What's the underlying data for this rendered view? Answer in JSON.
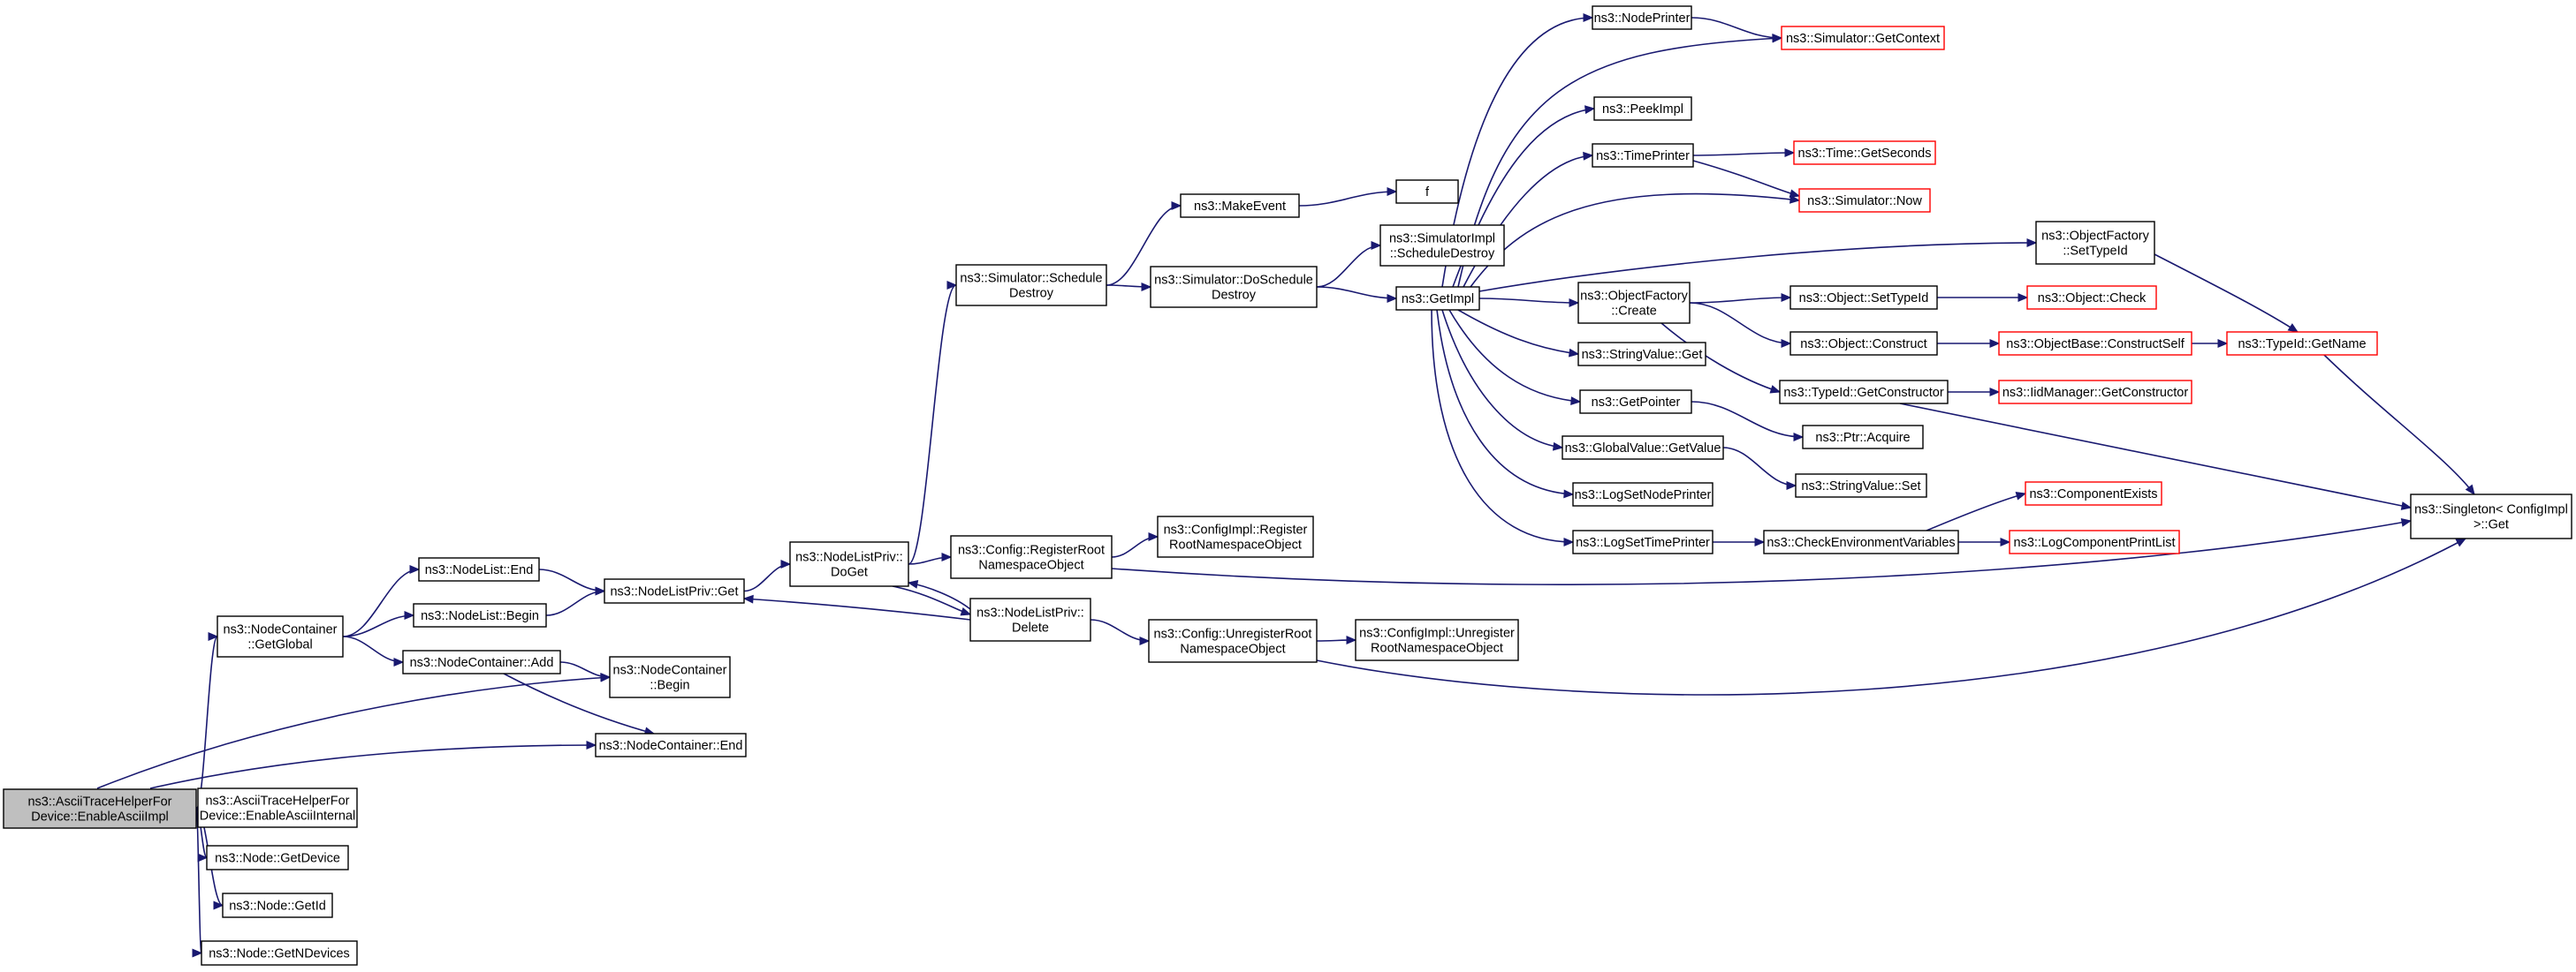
{
  "diagram": {
    "title": "",
    "colors": {
      "edge": "#191970",
      "node_border": "#000000",
      "external_node_border": "#ff0000",
      "root_fill": "#bfbfbf"
    },
    "nodes": [
      {
        "id": "root",
        "lines": [
          "ns3::AsciiTraceHelperFor",
          "Device::EnableAsciiImpl"
        ],
        "style": "root"
      },
      {
        "id": "nc_getglobal",
        "lines": [
          "ns3::NodeContainer",
          "::GetGlobal"
        ]
      },
      {
        "id": "ath_enableinternal",
        "lines": [
          "ns3::AsciiTraceHelperFor",
          "Device::EnableAsciiInternal"
        ]
      },
      {
        "id": "node_getdevice",
        "lines": [
          "ns3::Node::GetDevice"
        ]
      },
      {
        "id": "node_getid",
        "lines": [
          "ns3::Node::GetId"
        ]
      },
      {
        "id": "node_getndevices",
        "lines": [
          "ns3::Node::GetNDevices"
        ]
      },
      {
        "id": "nodelist_end",
        "lines": [
          "ns3::NodeList::End"
        ]
      },
      {
        "id": "nodelist_begin",
        "lines": [
          "ns3::NodeList::Begin"
        ]
      },
      {
        "id": "nc_add",
        "lines": [
          "ns3::NodeContainer::Add"
        ]
      },
      {
        "id": "nc_begin",
        "lines": [
          "ns3::NodeContainer",
          "::Begin"
        ]
      },
      {
        "id": "nc_end",
        "lines": [
          "ns3::NodeContainer::End"
        ]
      },
      {
        "id": "nlp_get",
        "lines": [
          "ns3::NodeListPriv::Get"
        ]
      },
      {
        "id": "nlp_doget",
        "lines": [
          "ns3::NodeListPriv::",
          "DoGet"
        ]
      },
      {
        "id": "sim_scheduledestroy",
        "lines": [
          "ns3::Simulator::Schedule",
          "Destroy"
        ]
      },
      {
        "id": "config_registerroot",
        "lines": [
          "ns3::Config::RegisterRoot",
          "NamespaceObject"
        ]
      },
      {
        "id": "nlp_delete",
        "lines": [
          "ns3::NodeListPriv::",
          "Delete"
        ]
      },
      {
        "id": "configimpl_register",
        "lines": [
          "ns3::ConfigImpl::Register",
          "RootNamespaceObject"
        ]
      },
      {
        "id": "config_unregisterroot",
        "lines": [
          "ns3::Config::UnregisterRoot",
          "NamespaceObject"
        ]
      },
      {
        "id": "configimpl_unregister",
        "lines": [
          "ns3::ConfigImpl::Unregister",
          "RootNamespaceObject"
        ]
      },
      {
        "id": "makeevent",
        "lines": [
          "ns3::MakeEvent"
        ]
      },
      {
        "id": "f",
        "lines": [
          "f"
        ]
      },
      {
        "id": "sim_doscheduledestroy",
        "lines": [
          "ns3::Simulator::DoSchedule",
          "Destroy"
        ]
      },
      {
        "id": "simimpl_scheduledestroy",
        "lines": [
          "ns3::SimulatorImpl",
          "::ScheduleDestroy"
        ]
      },
      {
        "id": "getimpl",
        "lines": [
          "ns3::GetImpl"
        ]
      },
      {
        "id": "nodeprinter",
        "lines": [
          "ns3::NodePrinter"
        ]
      },
      {
        "id": "sim_getcontext",
        "lines": [
          "ns3::Simulator::GetContext"
        ],
        "style": "external"
      },
      {
        "id": "peekimpl",
        "lines": [
          "ns3::PeekImpl"
        ]
      },
      {
        "id": "timeprinter",
        "lines": [
          "ns3::TimePrinter"
        ]
      },
      {
        "id": "time_getseconds",
        "lines": [
          "ns3::Time::GetSeconds"
        ],
        "style": "external"
      },
      {
        "id": "sim_now",
        "lines": [
          "ns3::Simulator::Now"
        ],
        "style": "external"
      },
      {
        "id": "of_settypeid",
        "lines": [
          "ns3::ObjectFactory",
          "::SetTypeId"
        ]
      },
      {
        "id": "of_create",
        "lines": [
          "ns3::ObjectFactory",
          "::Create"
        ]
      },
      {
        "id": "obj_settypeid",
        "lines": [
          "ns3::Object::SetTypeId"
        ]
      },
      {
        "id": "obj_check",
        "lines": [
          "ns3::Object::Check"
        ],
        "style": "external"
      },
      {
        "id": "obj_construct",
        "lines": [
          "ns3::Object::Construct"
        ]
      },
      {
        "id": "objbase_constructself",
        "lines": [
          "ns3::ObjectBase::ConstructSelf"
        ],
        "style": "external"
      },
      {
        "id": "typeid_getname",
        "lines": [
          "ns3::TypeId::GetName"
        ],
        "style": "external"
      },
      {
        "id": "typeid_getconstructor",
        "lines": [
          "ns3::TypeId::GetConstructor"
        ]
      },
      {
        "id": "iidmanager_getconstructor",
        "lines": [
          "ns3::IidManager::GetConstructor"
        ],
        "style": "external"
      },
      {
        "id": "stringvalue_get",
        "lines": [
          "ns3::StringValue::Get"
        ]
      },
      {
        "id": "getpointer",
        "lines": [
          "ns3::GetPointer"
        ]
      },
      {
        "id": "ptr_acquire",
        "lines": [
          "ns3::Ptr::Acquire"
        ]
      },
      {
        "id": "globalvalue_getvalue",
        "lines": [
          "ns3::GlobalValue::GetValue"
        ]
      },
      {
        "id": "stringvalue_set",
        "lines": [
          "ns3::StringValue::Set"
        ]
      },
      {
        "id": "logsetnodeprinter",
        "lines": [
          "ns3::LogSetNodePrinter"
        ]
      },
      {
        "id": "logsettimeprinter",
        "lines": [
          "ns3::LogSetTimePrinter"
        ]
      },
      {
        "id": "checkenvvars",
        "lines": [
          "ns3::CheckEnvironmentVariables"
        ]
      },
      {
        "id": "componentexists",
        "lines": [
          "ns3::ComponentExists"
        ],
        "style": "external"
      },
      {
        "id": "logcomponentprintlist",
        "lines": [
          "ns3::LogComponentPrintList"
        ],
        "style": "external"
      },
      {
        "id": "singleton_get",
        "lines": [
          "ns3::Singleton< ConfigImpl",
          " >::Get"
        ]
      }
    ],
    "edges": [
      [
        "root",
        "nc_getglobal"
      ],
      [
        "root",
        "nc_begin"
      ],
      [
        "root",
        "nc_end"
      ],
      [
        "root",
        "ath_enableinternal"
      ],
      [
        "root",
        "node_getdevice"
      ],
      [
        "root",
        "node_getid"
      ],
      [
        "root",
        "node_getndevices"
      ],
      [
        "nc_getglobal",
        "nodelist_end"
      ],
      [
        "nc_getglobal",
        "nodelist_begin"
      ],
      [
        "nc_getglobal",
        "nc_add"
      ],
      [
        "nodelist_end",
        "nlp_get"
      ],
      [
        "nodelist_begin",
        "nlp_get"
      ],
      [
        "nc_add",
        "nc_begin"
      ],
      [
        "nc_add",
        "nc_end"
      ],
      [
        "nlp_get",
        "nlp_doget"
      ],
      [
        "nlp_doget",
        "sim_scheduledestroy"
      ],
      [
        "nlp_doget",
        "config_registerroot"
      ],
      [
        "nlp_doget",
        "nlp_delete"
      ],
      [
        "nlp_delete",
        "nlp_doget"
      ],
      [
        "nlp_delete",
        "nlp_get"
      ],
      [
        "nlp_delete",
        "config_unregisterroot"
      ],
      [
        "config_registerroot",
        "configimpl_register"
      ],
      [
        "config_registerroot",
        "singleton_get"
      ],
      [
        "config_unregisterroot",
        "configimpl_unregister"
      ],
      [
        "config_unregisterroot",
        "singleton_get"
      ],
      [
        "sim_scheduledestroy",
        "makeevent"
      ],
      [
        "sim_scheduledestroy",
        "sim_doscheduledestroy"
      ],
      [
        "makeevent",
        "f"
      ],
      [
        "sim_doscheduledestroy",
        "simimpl_scheduledestroy"
      ],
      [
        "sim_doscheduledestroy",
        "getimpl"
      ],
      [
        "getimpl",
        "nodeprinter"
      ],
      [
        "getimpl",
        "sim_getcontext"
      ],
      [
        "getimpl",
        "peekimpl"
      ],
      [
        "getimpl",
        "timeprinter"
      ],
      [
        "getimpl",
        "sim_now"
      ],
      [
        "getimpl",
        "of_settypeid"
      ],
      [
        "getimpl",
        "of_create"
      ],
      [
        "getimpl",
        "stringvalue_get"
      ],
      [
        "getimpl",
        "getpointer"
      ],
      [
        "getimpl",
        "globalvalue_getvalue"
      ],
      [
        "getimpl",
        "logsetnodeprinter"
      ],
      [
        "getimpl",
        "logsettimeprinter"
      ],
      [
        "nodeprinter",
        "sim_getcontext"
      ],
      [
        "timeprinter",
        "time_getseconds"
      ],
      [
        "timeprinter",
        "sim_now"
      ],
      [
        "of_settypeid",
        "typeid_getname"
      ],
      [
        "of_create",
        "obj_settypeid"
      ],
      [
        "of_create",
        "obj_construct"
      ],
      [
        "of_create",
        "typeid_getconstructor"
      ],
      [
        "obj_settypeid",
        "obj_check"
      ],
      [
        "obj_construct",
        "objbase_constructself"
      ],
      [
        "objbase_constructself",
        "typeid_getname"
      ],
      [
        "typeid_getname",
        "singleton_get"
      ],
      [
        "typeid_getconstructor",
        "iidmanager_getconstructor"
      ],
      [
        "typeid_getconstructor",
        "singleton_get"
      ],
      [
        "getpointer",
        "ptr_acquire"
      ],
      [
        "globalvalue_getvalue",
        "stringvalue_set"
      ],
      [
        "logsettimeprinter",
        "checkenvvars"
      ],
      [
        "checkenvvars",
        "componentexists"
      ],
      [
        "checkenvvars",
        "logcomponentprintlist"
      ]
    ]
  }
}
